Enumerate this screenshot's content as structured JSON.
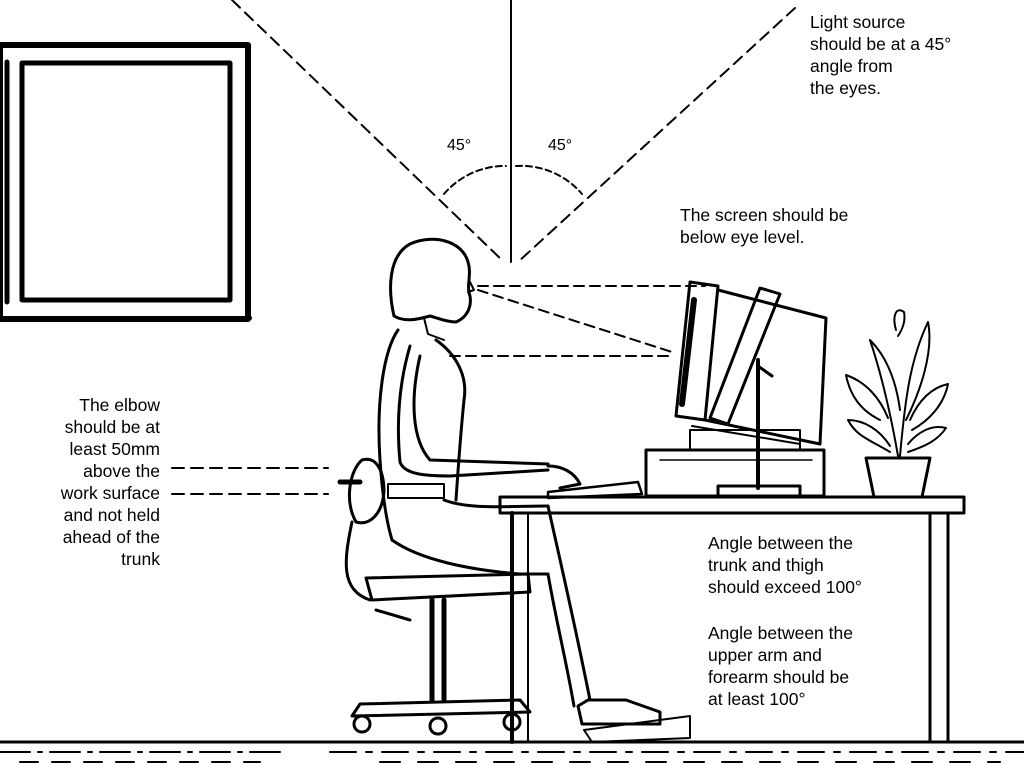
{
  "labels": {
    "light_source": [
      "Light source",
      "should be at a 45°",
      "angle from",
      "the eyes."
    ],
    "screen": [
      "The screen should be",
      "below eye level."
    ],
    "elbow": [
      "The elbow",
      "should be at",
      "least 50mm",
      "above the",
      "work surface",
      "and not held",
      "ahead of the",
      "trunk"
    ],
    "trunk_thigh": [
      "Angle between the",
      "trunk and thigh",
      "should exceed 100°"
    ],
    "arm": [
      "Angle between the",
      "upper arm and",
      "forearm should be",
      "at least 100°"
    ],
    "angle_left": "45°",
    "angle_right": "45°"
  }
}
